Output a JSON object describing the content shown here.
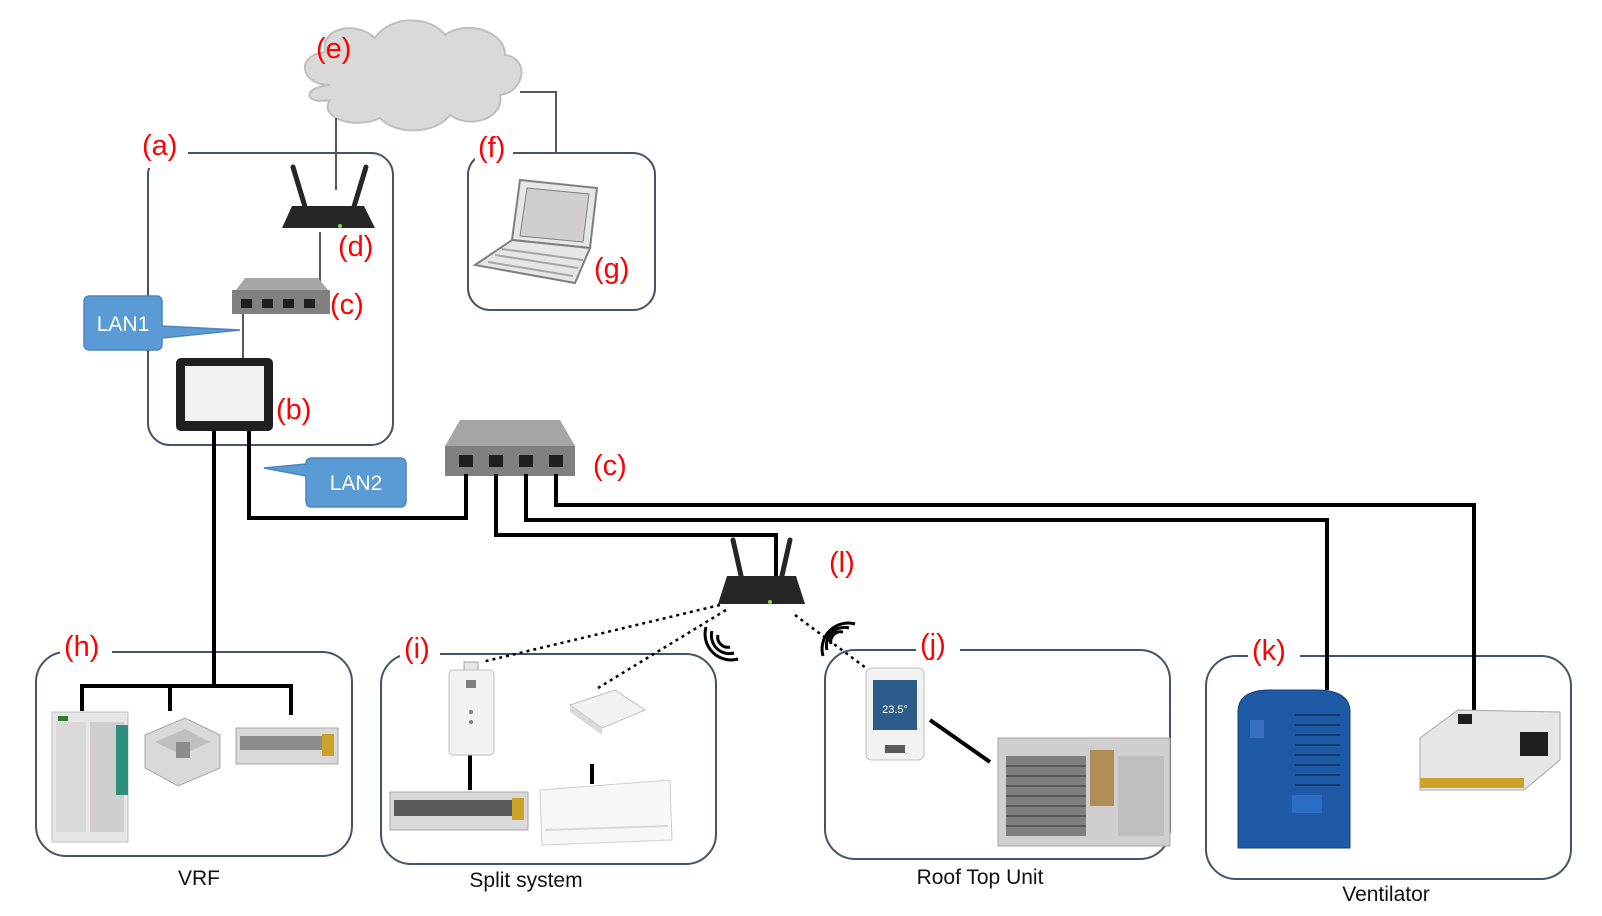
{
  "labels": {
    "a": "(a)",
    "b": "(b)",
    "c1": "(c)",
    "c2": "(c)",
    "d": "(d)",
    "e": "(e)",
    "f": "(f)",
    "g": "(g)",
    "h": "(h)",
    "i": "(i)",
    "j": "(j)",
    "k": "(k)",
    "l": "(l)"
  },
  "callouts": {
    "lan1": "LAN1",
    "lan2": "LAN2"
  },
  "captions": {
    "vrf": "VRF",
    "split": "Split system",
    "rooftop": "Roof Top Unit",
    "ventilator": "Ventilator"
  },
  "thermostat_display": "23.5°",
  "colors": {
    "label": "#ff0000",
    "callout": "#5b9bd5",
    "line": "#000000",
    "box": "#44546a"
  }
}
